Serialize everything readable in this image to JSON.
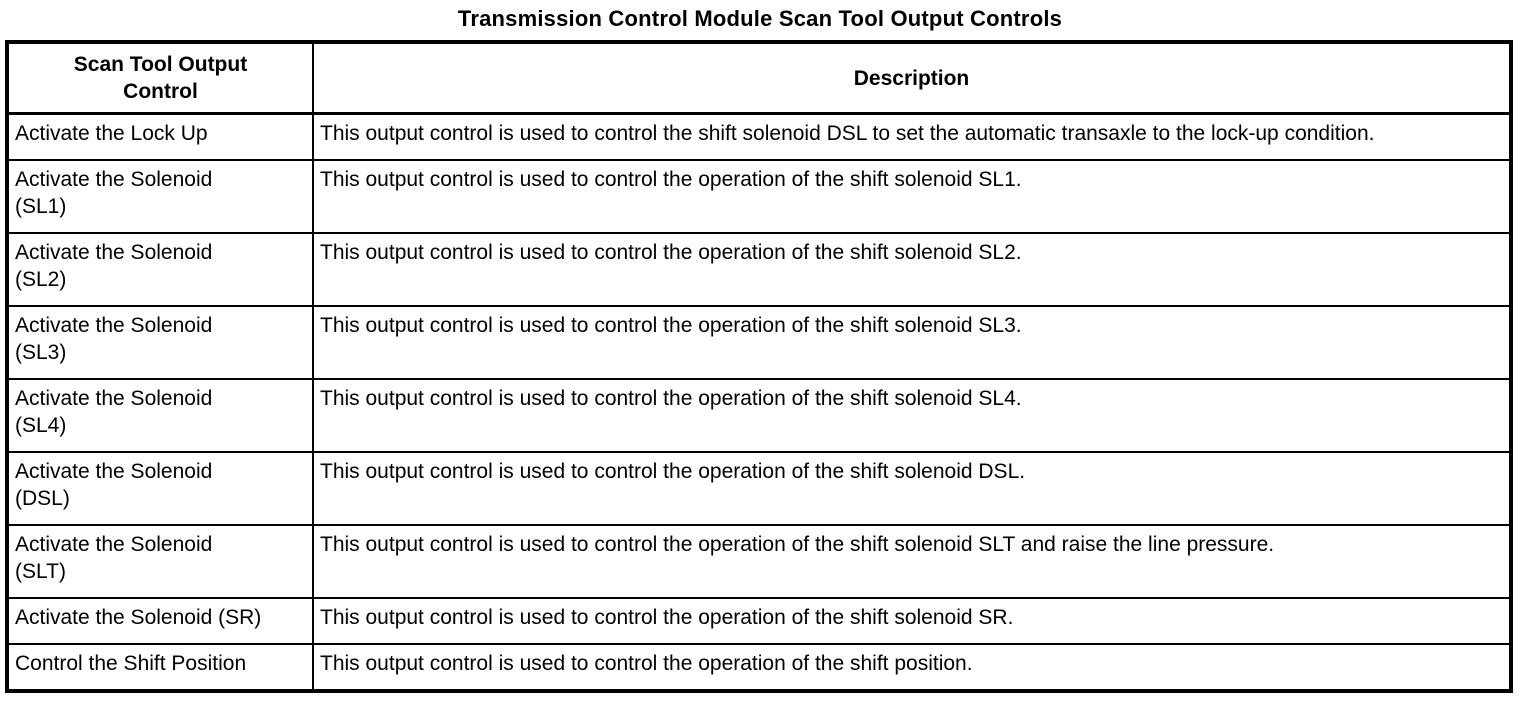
{
  "title": "Transmission Control Module Scan Tool Output Controls",
  "table": {
    "headers": {
      "control": "Scan Tool Output\nControl",
      "description": "Description"
    },
    "rows": [
      {
        "control": "Activate the Lock Up",
        "description": "This output control is used to control the shift solenoid DSL to set the automatic transaxle to the lock-up condition."
      },
      {
        "control": "Activate the Solenoid\n(SL1)",
        "description": "This output control is used to control the operation of the shift solenoid SL1."
      },
      {
        "control": "Activate the Solenoid\n(SL2)",
        "description": "This output control is used to control the operation of the shift solenoid SL2."
      },
      {
        "control": "Activate the Solenoid\n(SL3)",
        "description": "This output control is used to control the operation of the shift solenoid SL3."
      },
      {
        "control": "Activate the Solenoid\n(SL4)",
        "description": "This output control is used to control the operation of the shift solenoid SL4."
      },
      {
        "control": "Activate the Solenoid\n(DSL)",
        "description": "This output control is used to control the operation of the shift solenoid DSL."
      },
      {
        "control": "Activate the Solenoid\n(SLT)",
        "description": "This output control is used to control the operation of the shift solenoid SLT and raise the line pressure."
      },
      {
        "control": "Activate the Solenoid (SR)",
        "description": "This output control is used to control the operation of the shift solenoid SR."
      },
      {
        "control": "Control the Shift Position",
        "description": "This output control is used to control the operation of the shift position."
      }
    ]
  },
  "colors": {
    "text": "#000000",
    "background": "#ffffff",
    "border": "#000000"
  }
}
